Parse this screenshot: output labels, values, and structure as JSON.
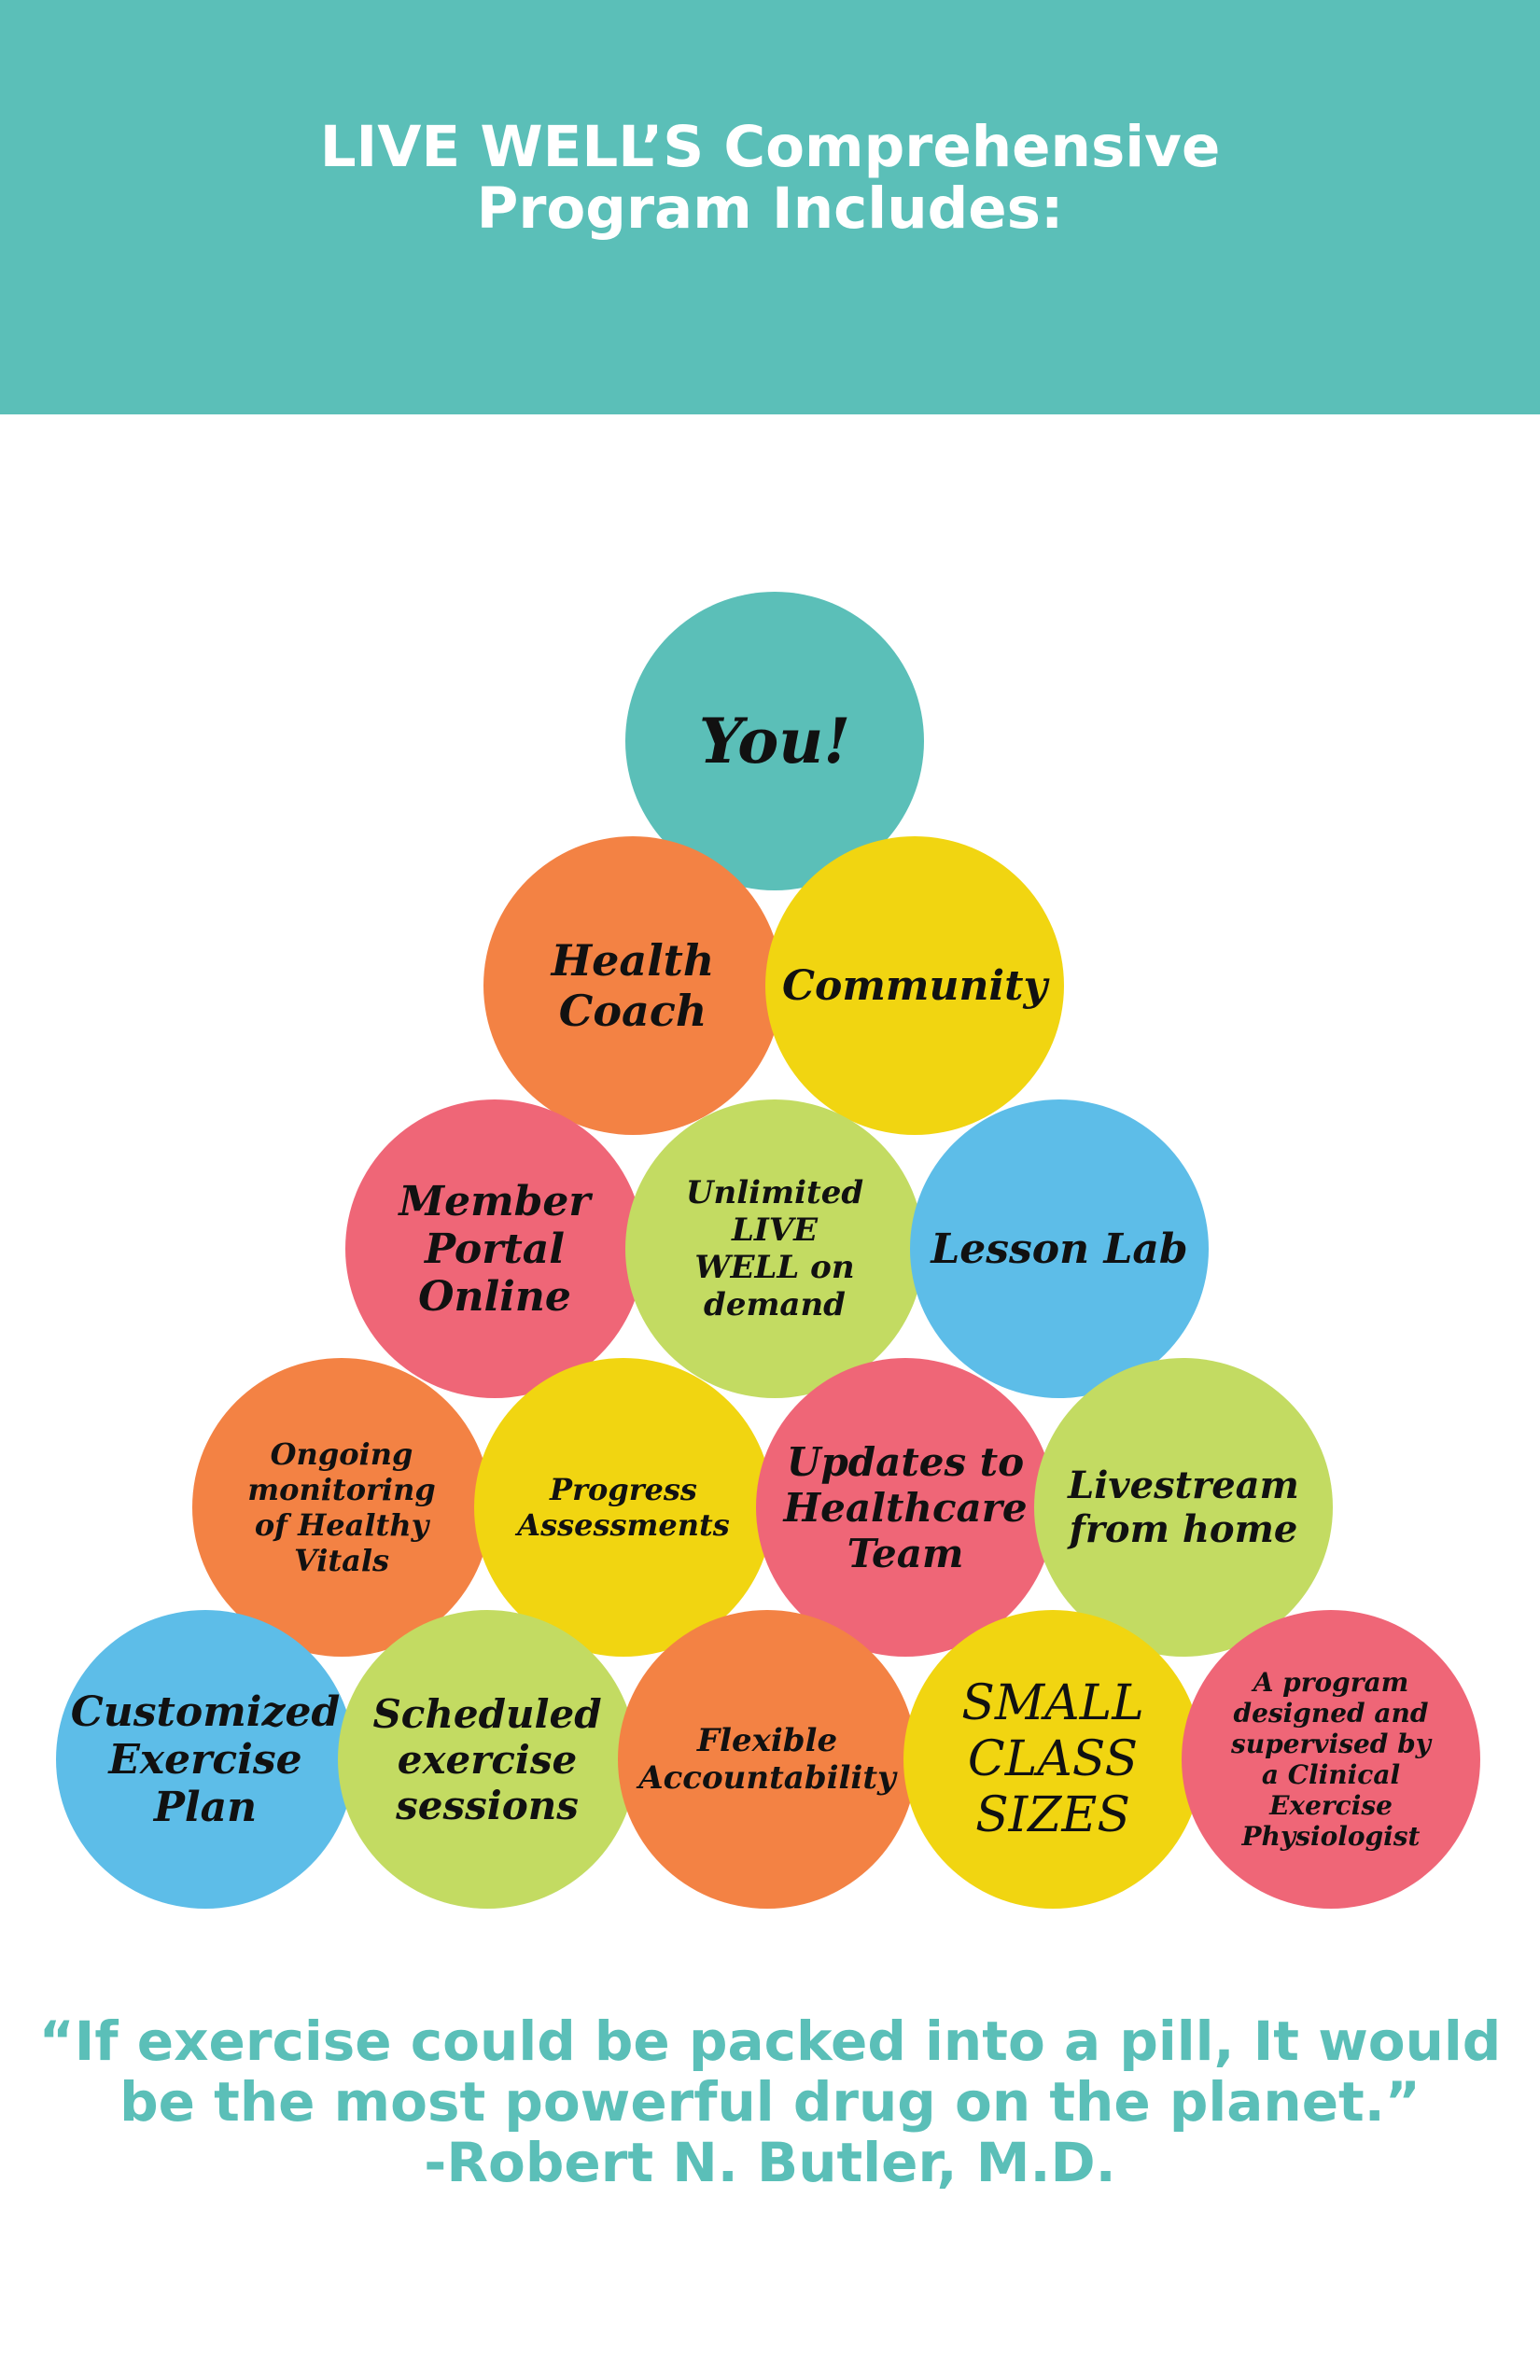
{
  "header": {
    "title_line1": "LIVE WELL’S Comprehensive",
    "title_line2": "Program Includes:"
  },
  "colors": {
    "header_bg": "#5bbfb8",
    "teal": "#5bbfb8",
    "orange": "#f38244",
    "yellow": "#f1d511",
    "pink": "#ef6677",
    "green": "#c3db62",
    "blue": "#5dbde8"
  },
  "pyramid": {
    "row1": [
      "You!"
    ],
    "row2": [
      "Health Coach",
      "Community"
    ],
    "row3": [
      "Member Portal Online",
      "Unlimited LIVE WELL on demand",
      "Lesson Lab"
    ],
    "row4": [
      "Ongoing monitoring of Healthy Vitals",
      "Progress Assessments",
      "Updates to Healthcare Team",
      "Livestream from home"
    ],
    "row5": [
      "Customized Exercise Plan",
      "Scheduled exercise sessions",
      "Flexible Accountability",
      "SMALL CLASS SIZES",
      "A program designed and supervised by a Clinical Exercise Physiologist"
    ]
  },
  "quote": {
    "line1": "“If exercise could be packed into a pill, It would",
    "line2": "be the most powerful drug on the planet.”",
    "attribution": "-Robert N. Butler, M.D."
  }
}
